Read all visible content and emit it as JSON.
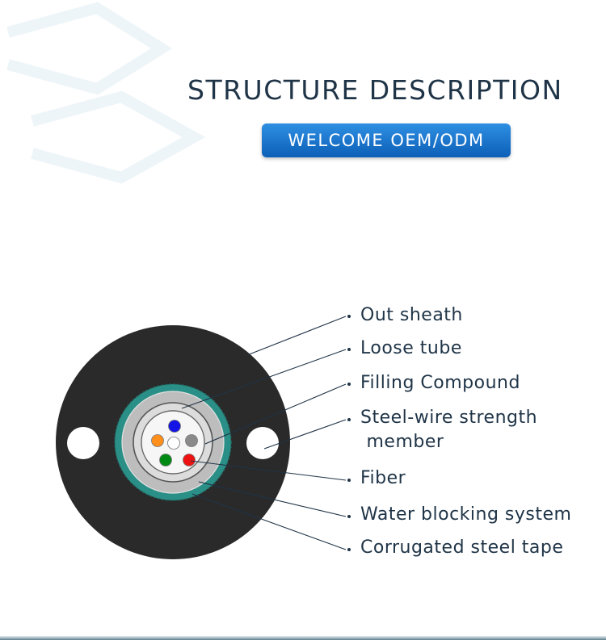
{
  "header": {
    "title": "STRUCTURE DESCRIPTION",
    "badge": "WELCOME  OEM/ODM"
  },
  "diagram": {
    "labels": [
      "Out sheath",
      "Loose tube",
      "Filling Compound",
      "Steel-wire strength\n member",
      "Fiber",
      "Water blocking system",
      "Corrugated steel tape"
    ],
    "fiber_colors": [
      "#1414e6",
      "#ff8f1a",
      "#8a8a8a",
      "#008a14",
      "#ee1111",
      "#ffffff"
    ],
    "colors": {
      "sheath": "#2a2a2a",
      "steel_tape": "#2a8f86",
      "water_blocking": "#bdbdbd",
      "tube": "#d9d9d9",
      "filling": "#f4f4f4",
      "text": "#1f3447",
      "badge": "#1877d2"
    }
  }
}
